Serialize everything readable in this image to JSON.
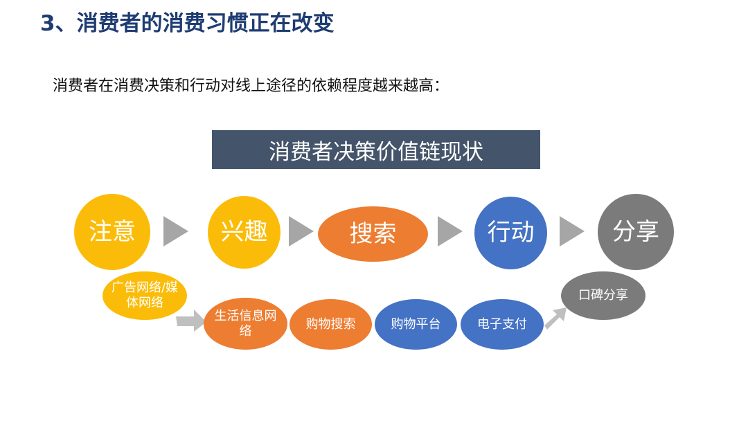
{
  "title": "3、消费者的消费习惯正在改变",
  "subtitle": "消费者在消费决策和行动对线上途径的依赖程度越来越高：",
  "banner": "消费者决策价值链现状",
  "stages": [
    {
      "label": "注意"
    },
    {
      "label": "兴趣"
    },
    {
      "label": "搜索"
    },
    {
      "label": "行动"
    },
    {
      "label": "分享"
    }
  ],
  "channels": [
    {
      "label": "广告网络/媒体网络"
    },
    {
      "label": "生活信息网络"
    },
    {
      "label": "购物搜索"
    },
    {
      "label": "购物平台"
    },
    {
      "label": "电子支付"
    },
    {
      "label": "口碑分享"
    }
  ],
  "colors": {
    "yellow": "#fbbc09",
    "orange": "#ed7d31",
    "blue": "#4472c4",
    "gray": "#7b7b7b",
    "banner": "#44546a"
  }
}
